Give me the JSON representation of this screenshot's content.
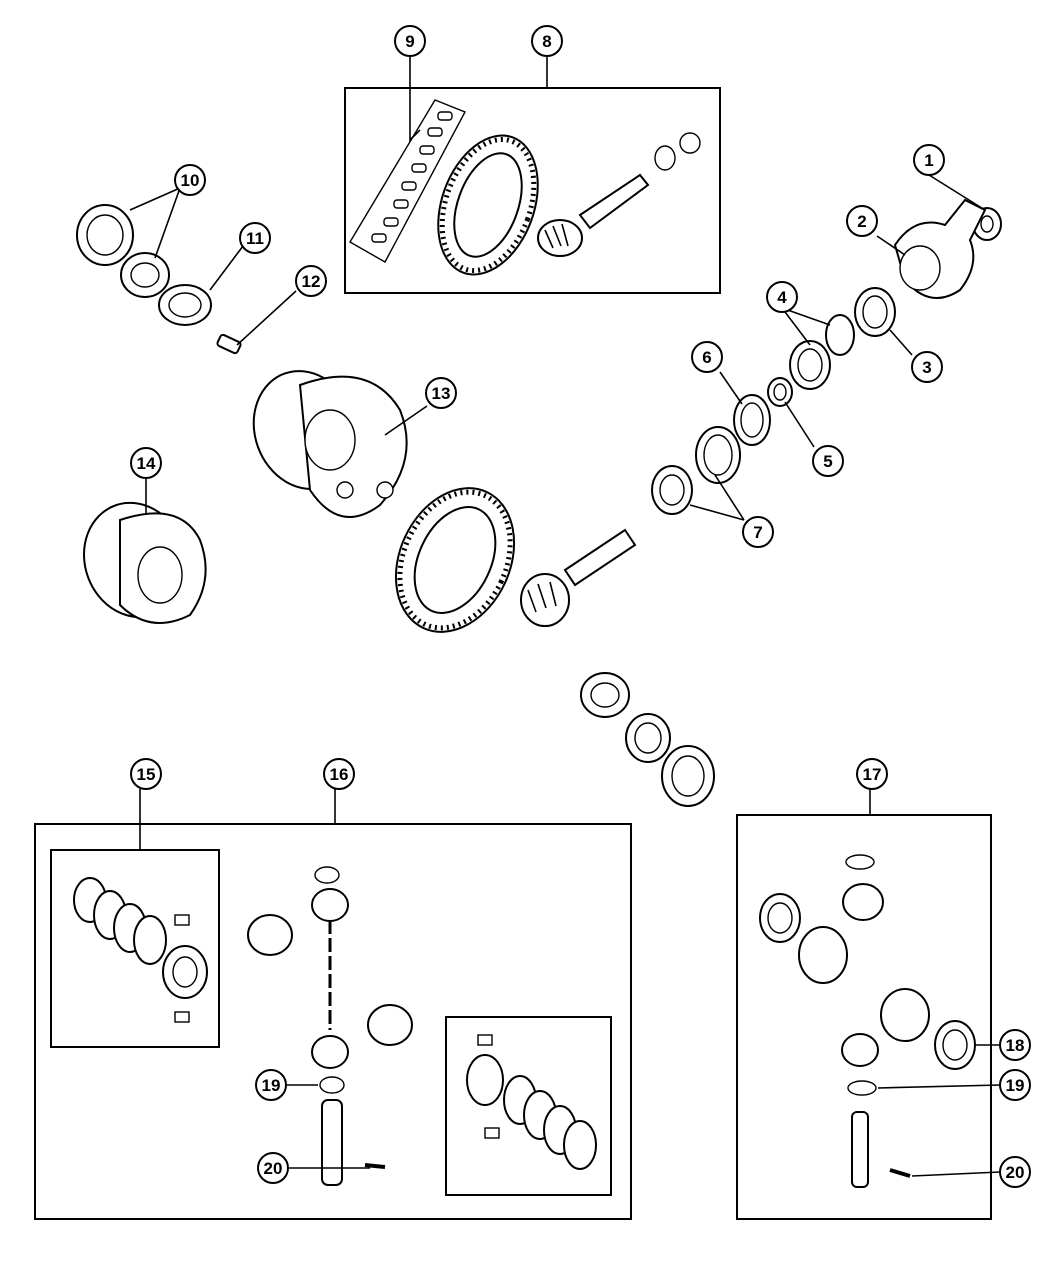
{
  "diagram": {
    "background": "#ffffff",
    "ink": "#000000",
    "callouts": [
      {
        "id": "c1",
        "label": "1"
      },
      {
        "id": "c2",
        "label": "2"
      },
      {
        "id": "c3",
        "label": "3"
      },
      {
        "id": "c4",
        "label": "4"
      },
      {
        "id": "c5",
        "label": "5"
      },
      {
        "id": "c6",
        "label": "6"
      },
      {
        "id": "c7",
        "label": "7"
      },
      {
        "id": "c8",
        "label": "8"
      },
      {
        "id": "c9",
        "label": "9"
      },
      {
        "id": "c10",
        "label": "10"
      },
      {
        "id": "c11",
        "label": "11"
      },
      {
        "id": "c12",
        "label": "12"
      },
      {
        "id": "c13",
        "label": "13"
      },
      {
        "id": "c14",
        "label": "14"
      },
      {
        "id": "c15",
        "label": "15"
      },
      {
        "id": "c16",
        "label": "16"
      },
      {
        "id": "c17",
        "label": "17"
      },
      {
        "id": "c18",
        "label": "18"
      },
      {
        "id": "c19a",
        "label": "19"
      },
      {
        "id": "c19b",
        "label": "19"
      },
      {
        "id": "c20a",
        "label": "20"
      },
      {
        "id": "c20b",
        "label": "20"
      }
    ]
  }
}
